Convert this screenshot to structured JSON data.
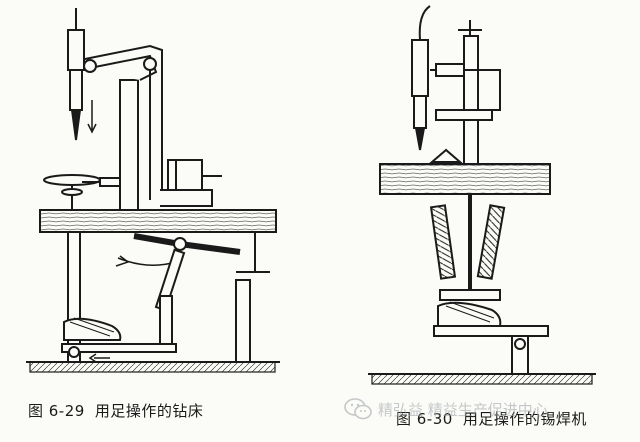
{
  "figures": [
    {
      "number": "图 6-29",
      "caption": "用足操作的钻床"
    },
    {
      "number": "图 6-30",
      "caption": "用足操作的锡焊机"
    }
  ],
  "watermark": {
    "icon": "wechat-icon",
    "text": "精弘益 精益生产促进中心"
  },
  "colors": {
    "ink": "#1a1a1a",
    "paper": "#fbfbf7",
    "watermark": "#9aa0a6"
  }
}
